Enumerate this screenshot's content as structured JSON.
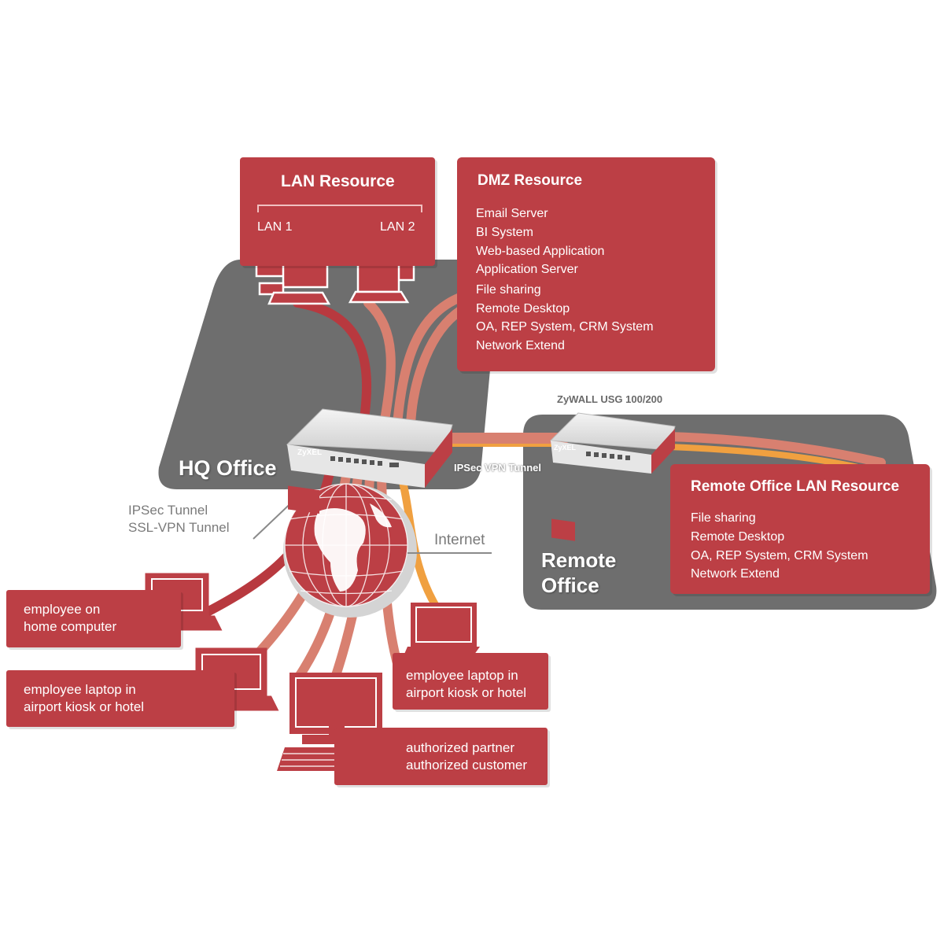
{
  "lan_resource": {
    "title": "LAN Resource",
    "lan1": "LAN 1",
    "lan2": "LAN 2"
  },
  "dmz_resource": {
    "title": "DMZ Resource",
    "items": [
      "Email Server",
      "BI System",
      "Web-based Application",
      "Application Server",
      "File sharing",
      "Remote Desktop",
      "OA, REP System, CRM System",
      "Network Extend"
    ]
  },
  "hq_office": {
    "label": "HQ Office"
  },
  "remote_office": {
    "label_line1": "Remote",
    "label_line2": "Office",
    "device_label": "ZyWALL USG 100/200",
    "lan_resource_title": "Remote Office LAN Resource",
    "items": [
      "File sharing",
      "Remote Desktop",
      "OA, REP System, CRM System",
      "Network Extend"
    ]
  },
  "ipsec_vpn_tunnel": "IPSec VPN Tunnel",
  "tunnel_legend": {
    "line1": "IPSec Tunnel",
    "line2": "SSL-VPN Tunnel"
  },
  "internet_label": "Internet",
  "device_brand": "ZyXEL",
  "endpoints": {
    "home": {
      "line1": "employee on",
      "line2": "home computer"
    },
    "laptop_left": {
      "line1": "employee laptop in",
      "line2": "airport kiosk or hotel"
    },
    "laptop_right": {
      "line1": "employee laptop in",
      "line2": "airport kiosk or hotel"
    },
    "partner": {
      "line1": "authorized partner",
      "line2": "authorized customer"
    }
  },
  "colors": {
    "brand_red": "#bc3f45",
    "office_gray": "#6e6e6e",
    "tunnel_red": "#b8393f",
    "tunnel_pink": "#d88070",
    "tunnel_orange": "#f0a040"
  }
}
